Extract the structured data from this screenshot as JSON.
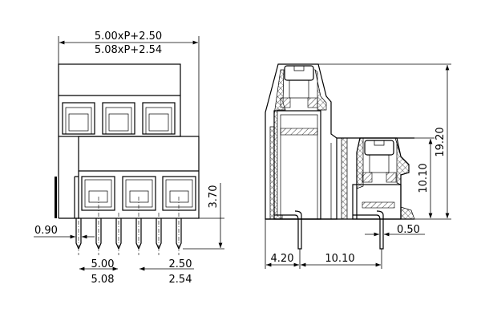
{
  "front_view": {
    "overall_width_500": "5.00xP+2.50",
    "overall_width_508": "5.08xP+2.54",
    "pin_length": "3.70",
    "pin_width": "0.90",
    "pitch_500": "5.00",
    "pitch_508": "5.08",
    "offset_250": "2.50",
    "offset_254": "2.54"
  },
  "side_view": {
    "total_height": "19.20",
    "lower_height": "10.10",
    "pin_thickness": "0.50",
    "front_offset": "4.20",
    "row_spacing": "10.10"
  },
  "colors": {
    "line": "#000000",
    "background": "#ffffff"
  }
}
